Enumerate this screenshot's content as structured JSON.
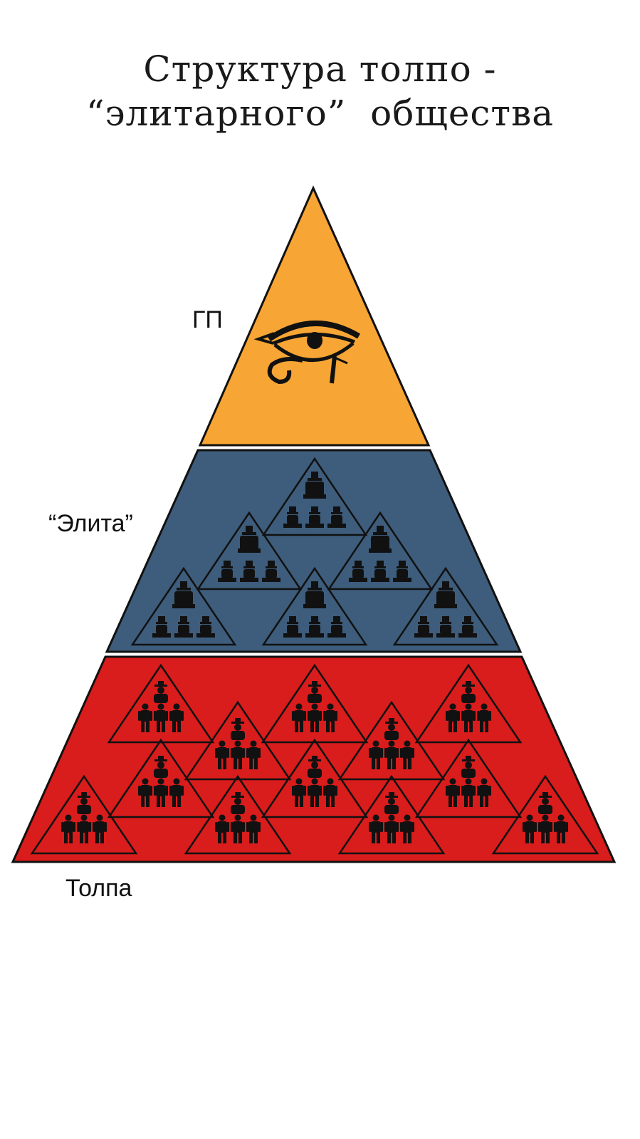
{
  "title": {
    "line1": "Структура толпо -",
    "line2": "“элитарного”  общества"
  },
  "tiers": {
    "top": {
      "label": "ГП",
      "color": "#f7a535",
      "icon": "eye-of-horus-icon"
    },
    "middle": {
      "label": "“Элита”",
      "color": "#3e5d7c",
      "icon": "elite-group-icon"
    },
    "bottom": {
      "label": "Толпа",
      "color": "#d91c1c",
      "icon": "crowd-group-icon"
    }
  }
}
